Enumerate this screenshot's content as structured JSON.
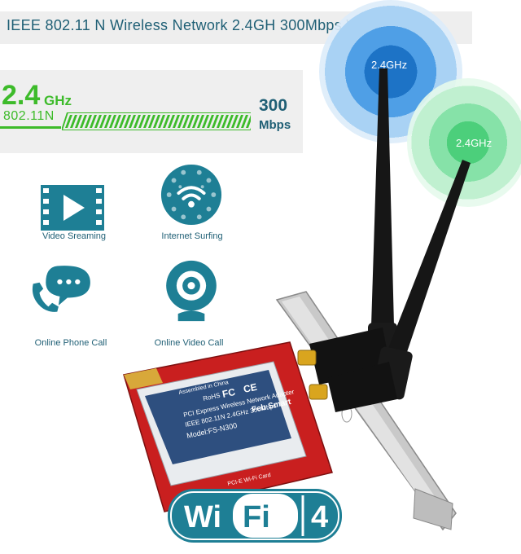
{
  "header": {
    "title": "IEEE 802.11 N Wireless Network 2.4GH 300Mbps WiFi Speed"
  },
  "speed": {
    "frequency_value": "2.4",
    "frequency_unit": "GHz",
    "standard": "802.11N",
    "rate_value": "300",
    "rate_unit": "Mbps"
  },
  "features": [
    {
      "label": "Video Sreaming",
      "icon": "play-video-icon"
    },
    {
      "label": "Internet Surfing",
      "icon": "globe-wifi-icon"
    },
    {
      "label": "Online Phone Call",
      "icon": "phone-chat-icon"
    },
    {
      "label": "Online Video Call",
      "icon": "webcam-icon"
    }
  ],
  "antennas": [
    {
      "label": "2.4GHz",
      "color": "#1d73c6"
    },
    {
      "label": "2.4GHz",
      "color": "#4ccf7b"
    }
  ],
  "card": {
    "brand": "Feb Smart",
    "model": "Model:FS-N300",
    "line1": "IEEE 802.11N 2.4GHz 300Mbps",
    "line2": "PCI Express Wireless Network Adapter",
    "assembled": "Assembled in China",
    "bus": "PCI-E Wi-Fi Card",
    "rohs": "RoHS",
    "fcc": "FC",
    "ce": "CE"
  },
  "wifi_logo": {
    "part1": "Wi",
    "part2": "Fi",
    "generation": "4"
  },
  "colors": {
    "accent_green": "#3dbb2a",
    "teal": "#1e7f95",
    "text_blue": "#1f5f75",
    "pcb_red": "#c91f1f"
  }
}
